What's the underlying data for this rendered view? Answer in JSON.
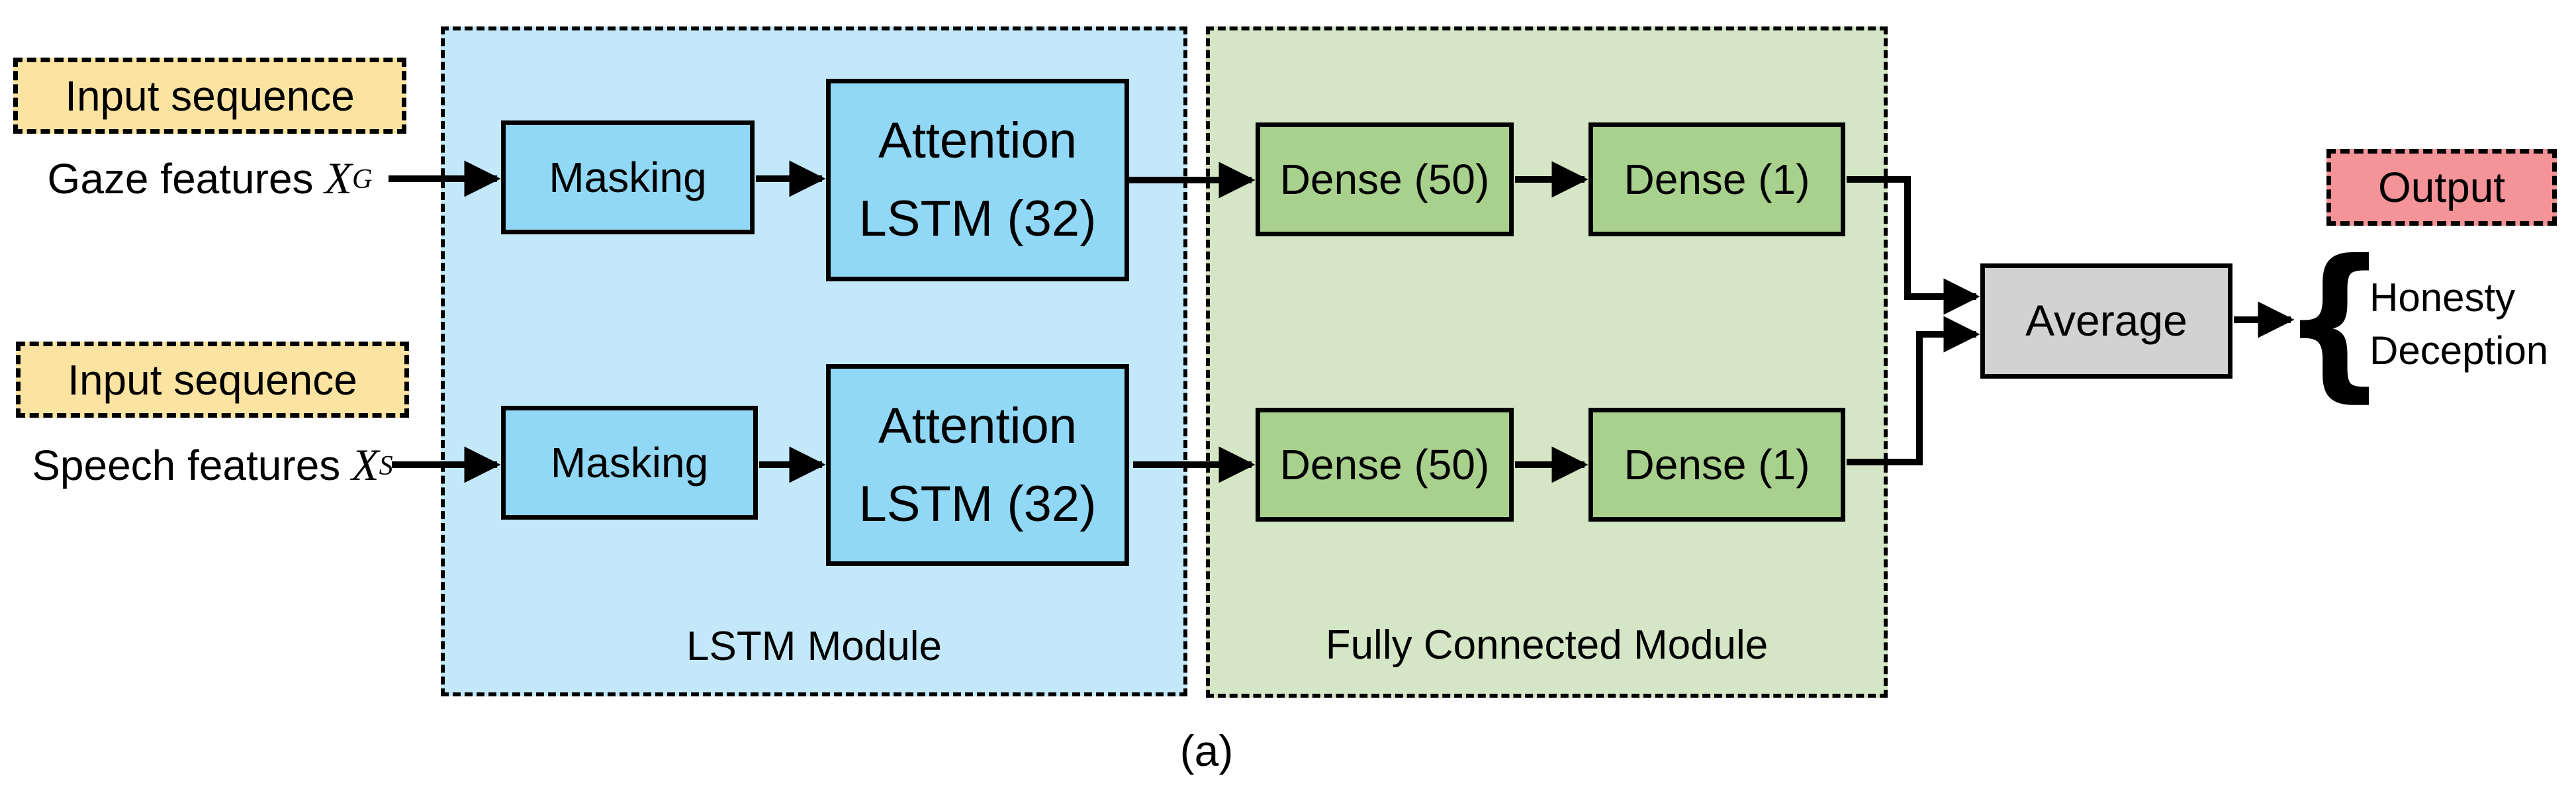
{
  "colors": {
    "yellow_fill": "#FBE3A1",
    "blue_module_fill": "#C3E8F9",
    "blue_box_fill": "#90D8F5",
    "green_module_fill": "#D4E6C5",
    "green_box_fill": "#A9D18E",
    "gray_fill": "#D2D2D2",
    "pink_fill": "#F49398",
    "line_color": "#000000"
  },
  "badges": {
    "input1": "Input sequence",
    "input2": "Input sequence",
    "output": "Output"
  },
  "inputs": {
    "gaze": {
      "prefix": "Gaze features",
      "var": "X",
      "sub": "G"
    },
    "speech": {
      "prefix": "Speech features",
      "var": "X",
      "sub": "S"
    }
  },
  "lstm_module": {
    "label": "LSTM Module",
    "masking1": "Masking",
    "masking2": "Masking",
    "attention1_line1": "Attention",
    "attention1_line2": "LSTM (32)",
    "attention2_line1": "Attention",
    "attention2_line2": "LSTM (32)"
  },
  "fc_module": {
    "label": "Fully Connected Module",
    "dense50_1": "Dense (50)",
    "dense1_1": "Dense (1)",
    "dense50_2": "Dense (50)",
    "dense1_2": "Dense (1)"
  },
  "fusion": {
    "average": "Average"
  },
  "output": {
    "brace": "{",
    "line1": "Honesty",
    "line2": "Deception"
  },
  "caption": "(a)"
}
